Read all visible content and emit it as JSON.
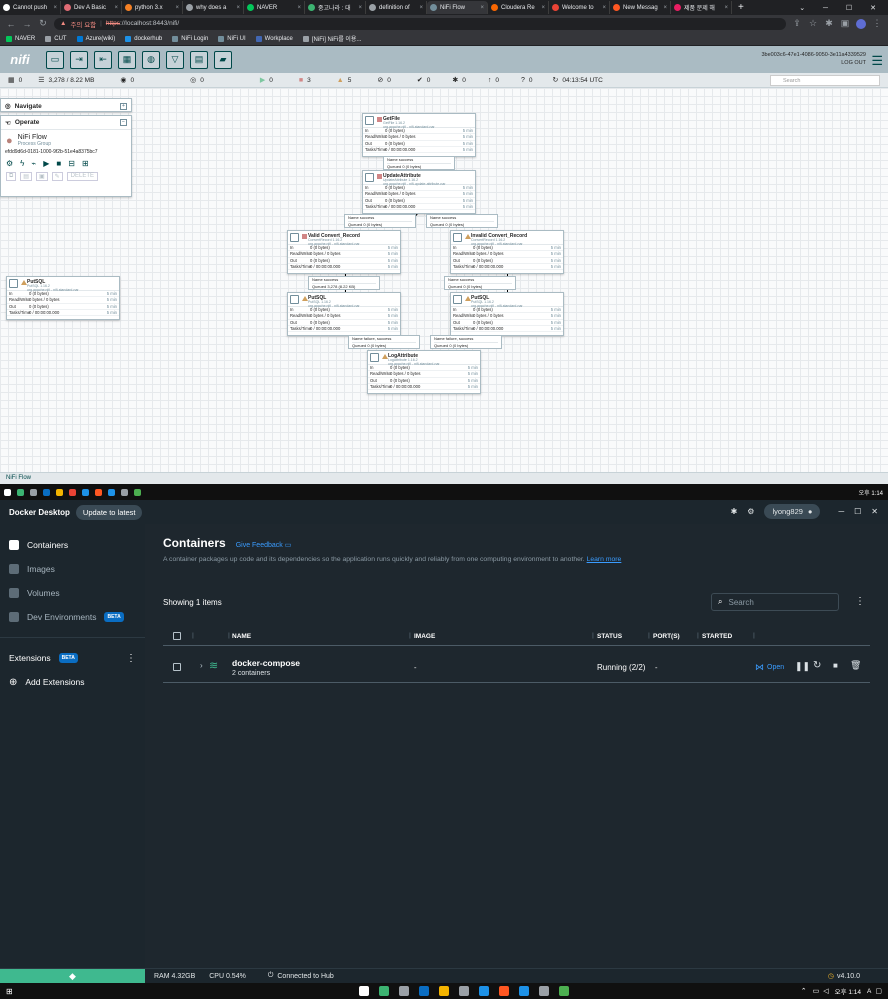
{
  "browser": {
    "tabs": [
      {
        "label": "Cannot push",
        "color": "#ffffff",
        "active": false
      },
      {
        "label": "Dev A Basic",
        "color": "#e06c75",
        "active": false
      },
      {
        "label": "python 3.x",
        "color": "#f48024",
        "active": false
      },
      {
        "label": "why does a",
        "color": "#9aa0a6",
        "active": false
      },
      {
        "label": "NAVER",
        "color": "#03c75a",
        "active": false
      },
      {
        "label": "중고나라 : 대",
        "color": "#3cb371",
        "active": false
      },
      {
        "label": "definition of",
        "color": "#9aa0a6",
        "active": false
      },
      {
        "label": "NiFi Flow",
        "color": "#728e9b",
        "active": true
      },
      {
        "label": "Cloudera Re",
        "color": "#f96702",
        "active": false
      },
      {
        "label": "Welcome to",
        "color": "#ea4335",
        "active": false
      },
      {
        "label": "New Messag",
        "color": "#ff5722",
        "active": false
      },
      {
        "label": "제품 문제 해",
        "color": "#e91e63",
        "active": false
      }
    ],
    "new_tab": "+",
    "address": {
      "warning": "주의 요함",
      "scheme": "https",
      "rest": "://localhost:8443/nifi/"
    },
    "bookmarks": [
      {
        "label": "NAVER",
        "color": "#03c75a"
      },
      {
        "label": "CUT",
        "color": "#9aa0a6"
      },
      {
        "label": "Azure(wiki)",
        "color": "#0078d4"
      },
      {
        "label": "dockerhub",
        "color": "#1d91e6"
      },
      {
        "label": "NiFi Login",
        "color": "#728e9b"
      },
      {
        "label": "NiFi UI",
        "color": "#728e9b"
      },
      {
        "label": "Workplace",
        "color": "#4267b2"
      },
      {
        "label": "[NiFi] NiFi를 이용...",
        "color": "#9aa0a6"
      }
    ]
  },
  "nifi": {
    "logo": "nifi",
    "user_id": "3be003c6-47e1-4086-9050-3e11a4339529",
    "logout": "LOG OUT",
    "status": {
      "threads": "0",
      "queued": "3,278 / 8.22 MB",
      "transmitting": "0",
      "not_transmitting": "0",
      "running": "0",
      "stopped": "3",
      "invalid": "5",
      "disabled": "0",
      "up_to_date": "0",
      "locally_modified": "0",
      "stale": "0",
      "sync_failure": "0",
      "refresh_time": "04:13:54 UTC"
    },
    "search_placeholder": "Search",
    "navigate_label": "Navigate",
    "operate_label": "Operate",
    "flow_name": "NiFi Flow",
    "flow_type": "Process Group",
    "flow_id": "efdd9d6d-0181-1000-9f2b-51e4a8375bc7",
    "delete_label": "DELETE",
    "breadcrumb": "NiFi Flow",
    "row_labels": {
      "in": "In",
      "rw": "Read/Write",
      "out": "Out",
      "tasks": "Tasks/Time",
      "period": "5 min"
    },
    "processors": [
      {
        "id": "getfile",
        "name": "GetFile",
        "type": "GetFile 1.16.2",
        "bundle": "org.apache.nifi - nifi-standard-nar",
        "state": "stop",
        "in": "0 (0 bytes)",
        "rw": "0 bytes / 0 bytes",
        "out": "0 (0 bytes)",
        "tasks": "0 / 00:00:00.000"
      },
      {
        "id": "updateattr",
        "name": "UpdateAttribute",
        "type": "UpdateAttribute 1.16.2",
        "bundle": "org.apache.nifi - nifi-update-attribute-nar",
        "state": "stop",
        "in": "0 (0 bytes)",
        "rw": "0 bytes / 0 bytes",
        "out": "0 (0 bytes)",
        "tasks": "0 / 00:00:00.000"
      },
      {
        "id": "valid",
        "name": "Valid Convert_Record",
        "type": "ConvertRecord 1.16.2",
        "bundle": "org.apache.nifi - nifi-standard-nar",
        "state": "stop",
        "in": "0 (0 bytes)",
        "rw": "0 bytes / 0 bytes",
        "out": "0 (0 bytes)",
        "tasks": "0 / 00:00:00.000"
      },
      {
        "id": "invalid",
        "name": "Invalid Convert_Record",
        "type": "ConvertRecord 1.16.2",
        "bundle": "org.apache.nifi - nifi-standard-nar",
        "state": "warn",
        "in": "0 (0 bytes)",
        "rw": "0 bytes / 0 bytes",
        "out": "0 (0 bytes)",
        "tasks": "0 / 00:00:00.000"
      },
      {
        "id": "putsql_left",
        "name": "PutSQL",
        "type": "PutSQL 1.16.2",
        "bundle": "org.apache.nifi - nifi-standard-nar",
        "state": "warn",
        "in": "0 (0 bytes)",
        "rw": "0 bytes / 0 bytes",
        "out": "0 (0 bytes)",
        "tasks": "0 / 00:00:00.000"
      },
      {
        "id": "putsql_mid",
        "name": "PutSQL",
        "type": "PutSQL 1.16.2",
        "bundle": "org.apache.nifi - nifi-standard-nar",
        "state": "warn",
        "in": "0 (0 bytes)",
        "rw": "0 bytes / 0 bytes",
        "out": "0 (0 bytes)",
        "tasks": "0 / 00:00:00.000"
      },
      {
        "id": "putsql_right",
        "name": "PutSQL",
        "type": "PutSQL 1.16.2",
        "bundle": "org.apache.nifi - nifi-standard-nar",
        "state": "warn",
        "in": "0 (0 bytes)",
        "rw": "0 bytes / 0 bytes",
        "out": "0 (0 bytes)",
        "tasks": "0 / 00:00:00.000"
      },
      {
        "id": "logattr",
        "name": "LogAttribute",
        "type": "LogAttribute 1.16.2",
        "bundle": "org.apache.nifi - nifi-standard-nar",
        "state": "warn",
        "in": "0 (0 bytes)",
        "rw": "0 bytes / 0 bytes",
        "out": "0 (0 bytes)",
        "tasks": "0 / 00:00:00.000"
      }
    ],
    "connections": [
      {
        "id": "c1",
        "name": "Name  success",
        "queued": "Queued  0 (0 bytes)"
      },
      {
        "id": "c2",
        "name": "Name  success",
        "queued": "Queued  0 (0 bytes)"
      },
      {
        "id": "c3",
        "name": "Name  success",
        "queued": "Queued  0 (0 bytes)"
      },
      {
        "id": "c4",
        "name": "Name  success",
        "queued": "Queued  3,278 (8.22 KB)"
      },
      {
        "id": "c5",
        "name": "Name  success",
        "queued": "Queued  0 (0 bytes)"
      },
      {
        "id": "c6",
        "name": "Name  failure, success",
        "queued": "Queued  0 (0 bytes)"
      },
      {
        "id": "c7",
        "name": "Name  failure, success",
        "queued": "Queued  0 (0 bytes)"
      }
    ]
  },
  "taskbar_top": {
    "time": "오후 1:14"
  },
  "docker": {
    "app_title": "Docker Desktop",
    "update_button": "Update to latest",
    "username": "lyong829",
    "sidebar": [
      {
        "label": "Containers",
        "active": true
      },
      {
        "label": "Images",
        "active": false
      },
      {
        "label": "Volumes",
        "active": false
      },
      {
        "label": "Dev Environments",
        "active": false,
        "badge": "BETA"
      }
    ],
    "extensions_label": "Extensions",
    "extensions_badge": "BETA",
    "add_extensions": "Add Extensions",
    "page_title": "Containers",
    "give_feedback": "Give Feedback",
    "description": "A container packages up code and its dependencies so the application runs quickly and reliably from one computing environment to another.",
    "learn_more": "Learn more",
    "showing": "Showing 1 items",
    "search_placeholder": "Search",
    "columns": [
      "NAME",
      "IMAGE",
      "STATUS",
      "PORT(S)",
      "STARTED"
    ],
    "rows": [
      {
        "name": "docker-compose",
        "sub": "2 containers",
        "image": "-",
        "status": "Running (2/2)",
        "ports": "-",
        "open_label": "Open"
      }
    ],
    "footer": {
      "ram": "RAM 4.32GB",
      "cpu": "CPU 0.54%",
      "hub": "Connected to Hub",
      "version": "v4.10.0"
    },
    "colors": {
      "accent": "#3a9cff",
      "bg": "#1e272e",
      "whale": "#3fb98f"
    }
  },
  "taskbar_bottom": {
    "time": "오후 1:14",
    "lang": "A"
  }
}
